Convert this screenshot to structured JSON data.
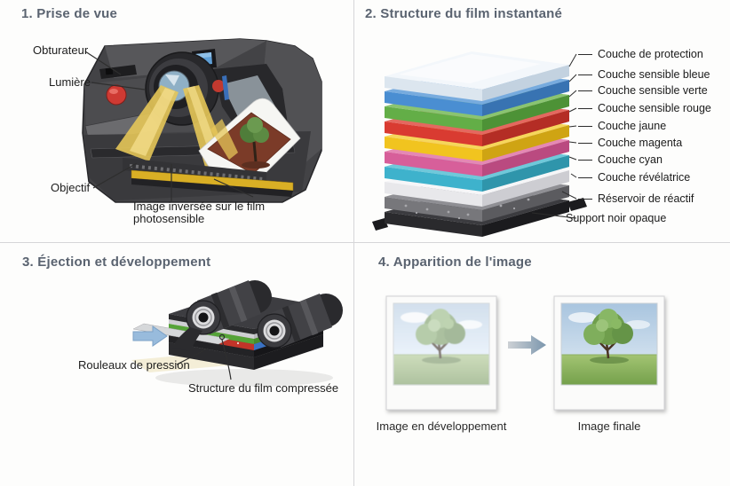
{
  "colors": {
    "background": "#fdfdfc",
    "divider": "#d6d6d8",
    "heading_text": "#5a6370",
    "label_text": "#1d1d1d",
    "beam_yellow": "#e6c658",
    "eject_arrow_blue": "#98bbdc",
    "camera_body_gray": "#47474a",
    "shutter_button_red": "#ce3a33"
  },
  "panel1": {
    "title": "1. Prise de vue",
    "labels": {
      "shutter": "Obturateur",
      "light": "Lumière",
      "lens": "Objectif",
      "inverted_image_line1": "Image inversée sur le film",
      "inverted_image_line2": "photosensible"
    }
  },
  "panel2": {
    "title": "2. Structure du film instantané",
    "layers": [
      {
        "label": "Couche de protection",
        "front": "#dce6ef",
        "top": "#f3f7fb",
        "side": "#c3d2e0"
      },
      {
        "label": "Couche sensible bleue",
        "front": "#4a8ed2",
        "top": "#77abde",
        "side": "#3873b2"
      },
      {
        "label": "Couche sensible verte",
        "front": "#63ae47",
        "top": "#8ac471",
        "side": "#4d9236"
      },
      {
        "label": "Couche sensible rouge",
        "front": "#d93b31",
        "top": "#e4685f",
        "side": "#b42d25"
      },
      {
        "label": "Couche jaune",
        "front": "#f1c41f",
        "top": "#f6d65b",
        "side": "#cfa413"
      },
      {
        "label": "Couche magenta",
        "front": "#d75f9a",
        "top": "#e588b4",
        "side": "#ba4a80"
      },
      {
        "label": "Couche cyan",
        "front": "#3eb2cc",
        "top": "#6fc8da",
        "side": "#2f95ab"
      },
      {
        "label": "Couche révélatrice",
        "front": "#e8e8eb",
        "top": "#f6f6f8",
        "side": "#cdcdd2"
      },
      {
        "label": "Réservoir de réactif",
        "front": "#77777b",
        "top": "#8f8f94",
        "side": "#5b5b5f"
      },
      {
        "label": "Support noir opaque",
        "front": "#2a2a2d",
        "top": "#3b3b3f",
        "side": "#1b1b1e"
      }
    ]
  },
  "panel3": {
    "title": "3. Éjection et développement",
    "labels": {
      "rollers": "Rouleaux de pression",
      "compressed": "Structure du film compressée"
    }
  },
  "panel4": {
    "title": "4. Apparition de l'image",
    "captions": {
      "developing": "Image en développement",
      "final": "Image finale"
    }
  }
}
